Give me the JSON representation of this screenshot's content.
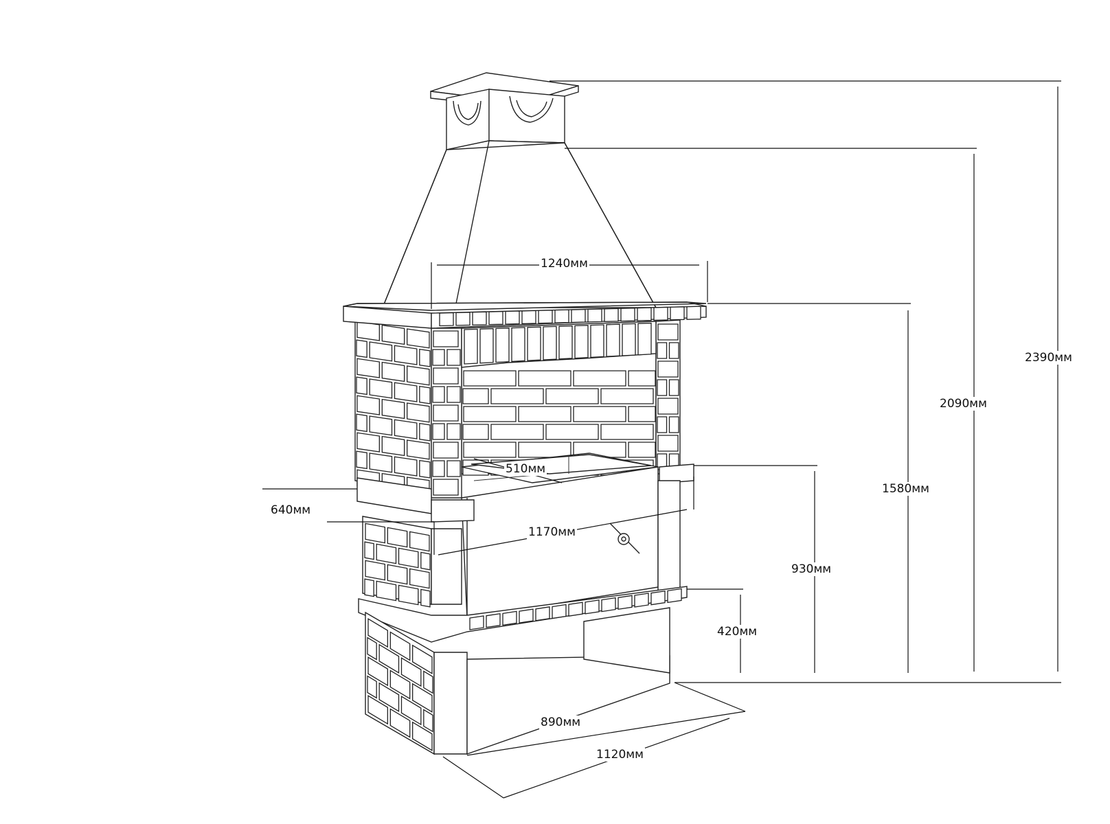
{
  "dimensions": {
    "total_height": "2390мм",
    "hood_top_height": "2090мм",
    "countertop_height": "1580мм",
    "firebox_top_height": "930мм",
    "lower_shelf_height": "420мм",
    "top_width": "1240мм",
    "firebox_depth": "510мм",
    "side_depth": "640мм",
    "firebox_width": "1170мм",
    "base_depth": "890мм",
    "base_width": "1120мм"
  }
}
